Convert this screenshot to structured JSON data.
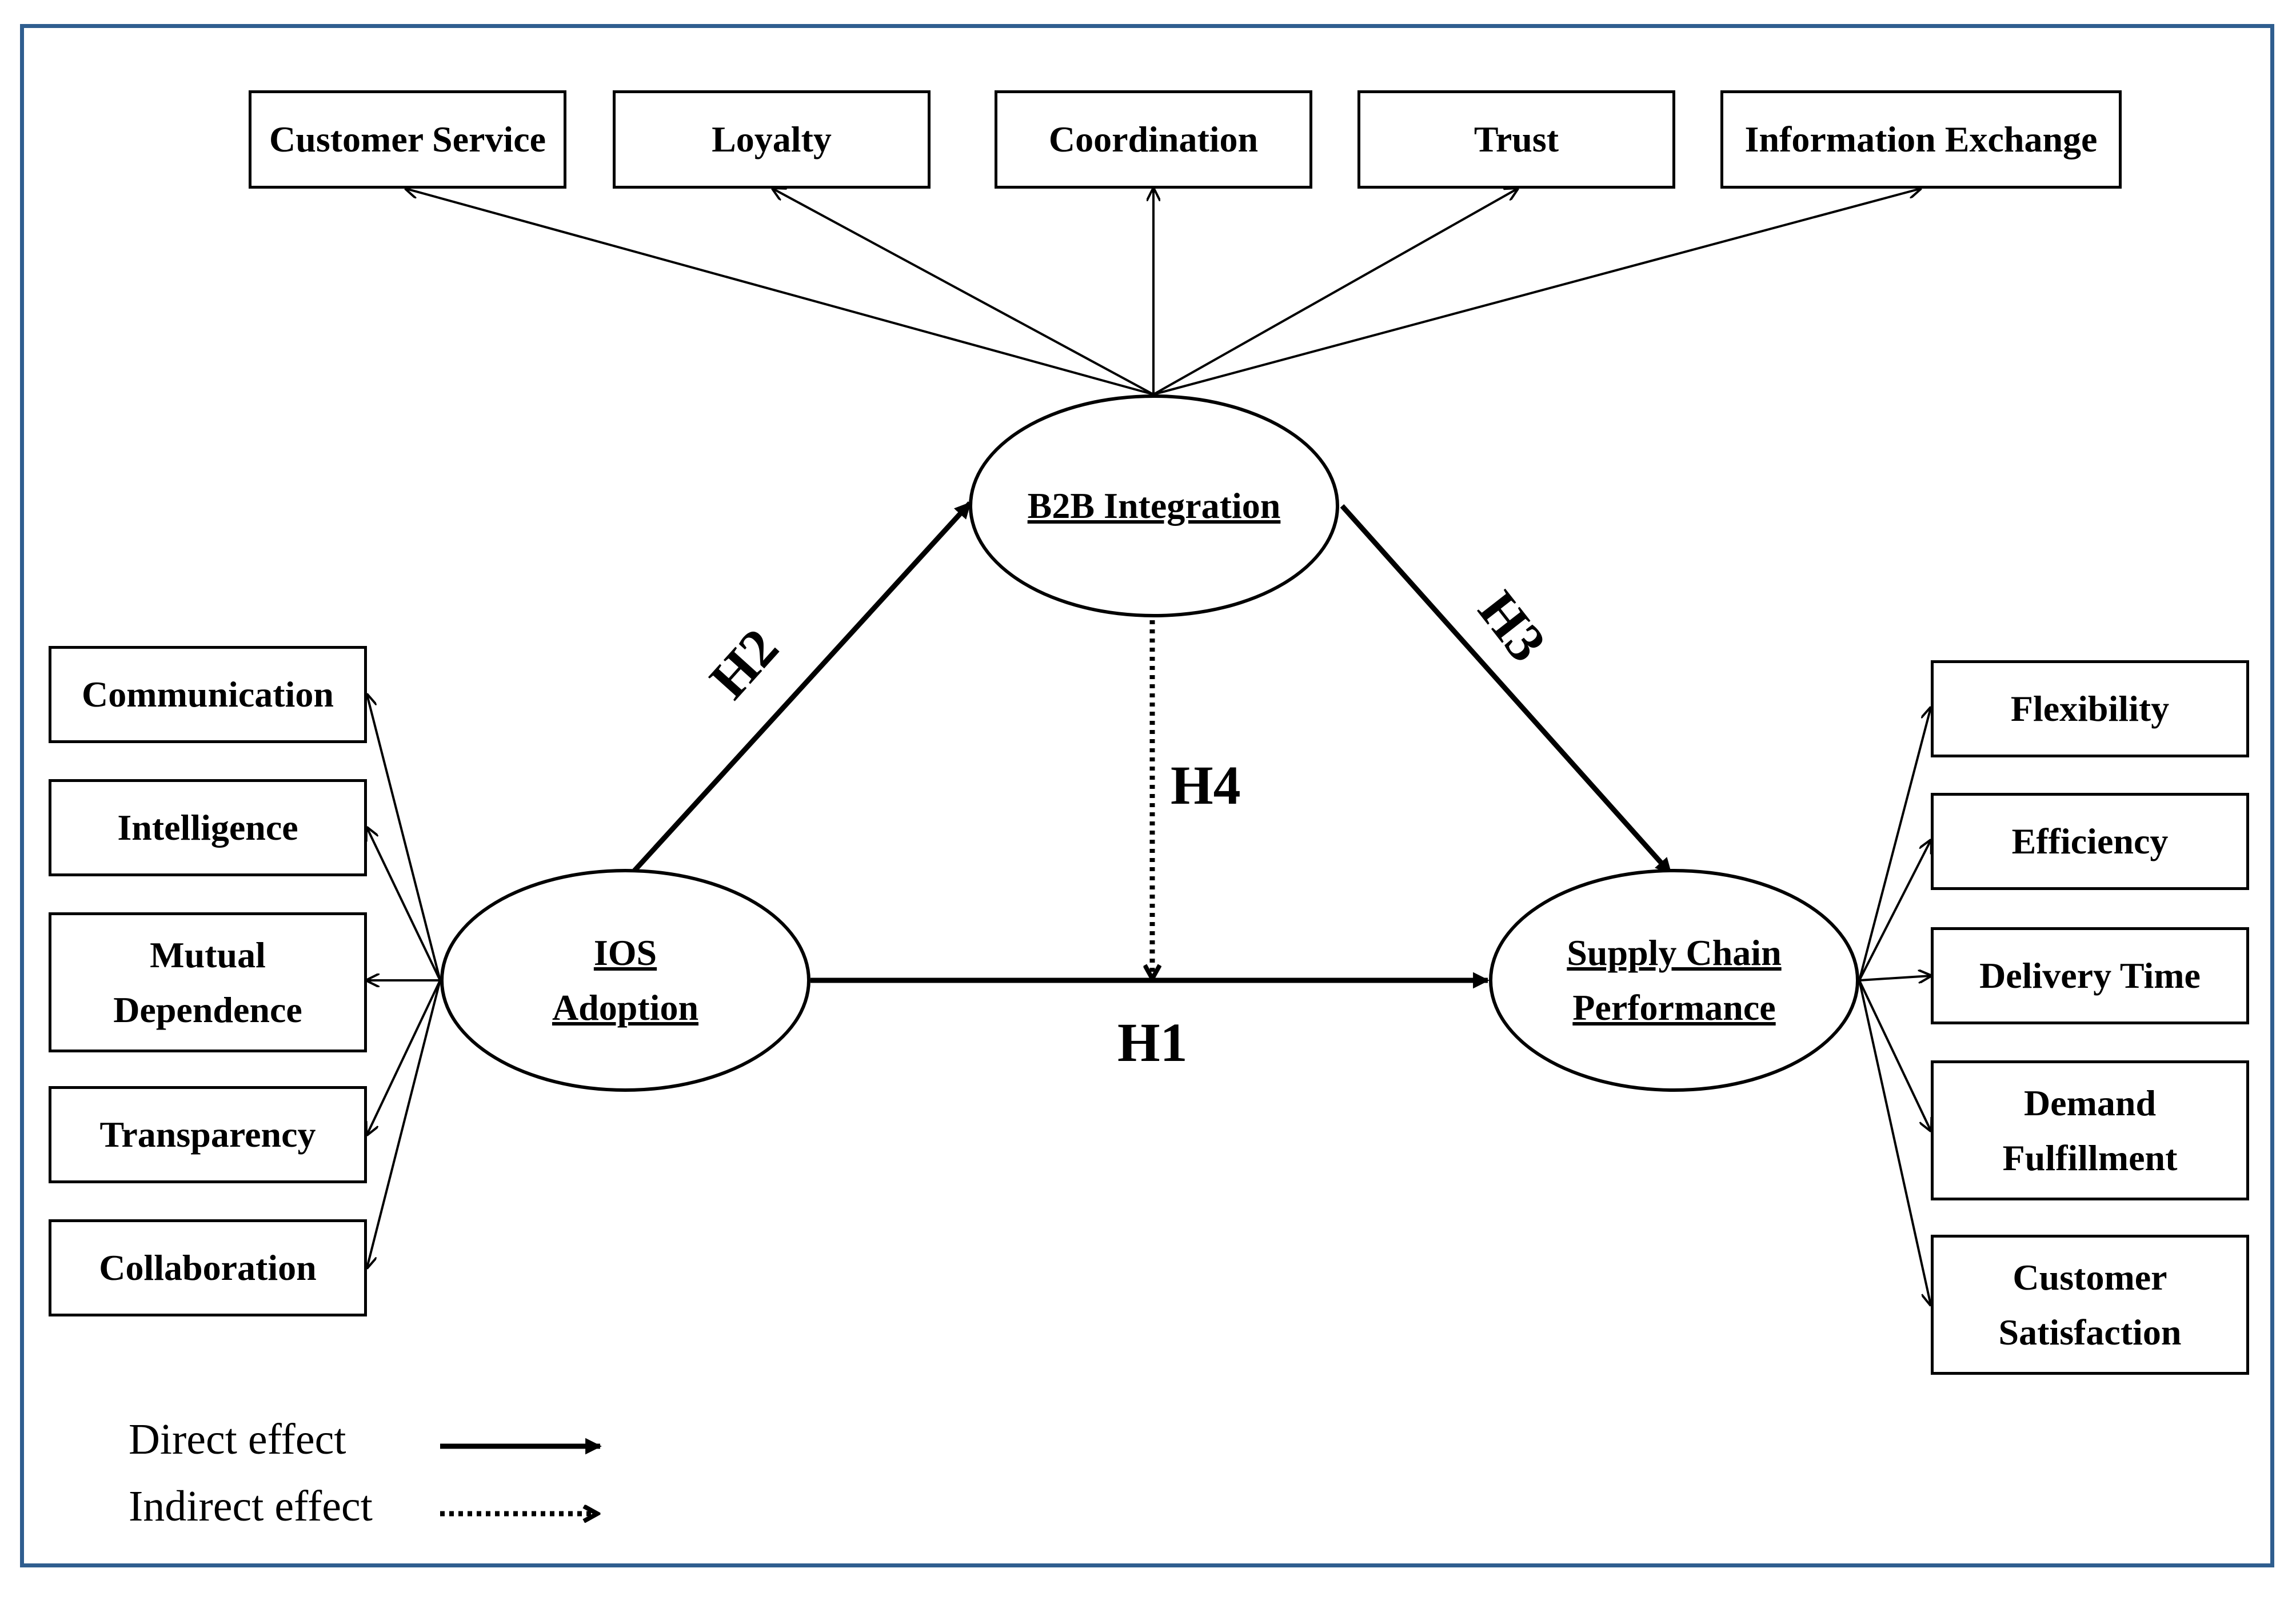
{
  "constructs": {
    "ios_adoption": [
      "IOS",
      "Adoption"
    ],
    "b2b_integration": [
      "B2B Integration"
    ],
    "supply_chain_performance": [
      "Supply Chain",
      "Performance"
    ]
  },
  "b2b_dimensions": [
    "Customer Service",
    "Loyalty",
    "Coordination",
    "Trust",
    "Information Exchange"
  ],
  "ios_dimensions": [
    [
      "Communication"
    ],
    [
      "Intelligence"
    ],
    [
      "Mutual",
      "Dependence"
    ],
    [
      "Transparency"
    ],
    [
      "Collaboration"
    ]
  ],
  "scp_dimensions": [
    [
      "Flexibility"
    ],
    [
      "Efficiency"
    ],
    [
      "Delivery Time"
    ],
    [
      "Demand",
      "Fulfillment"
    ],
    [
      "Customer",
      "Satisfaction"
    ]
  ],
  "hypotheses": {
    "h1": "H1",
    "h2": "H2",
    "h3": "H3",
    "h4": "H4"
  },
  "legend": {
    "direct": "Direct effect",
    "indirect": "Indirect effect"
  }
}
